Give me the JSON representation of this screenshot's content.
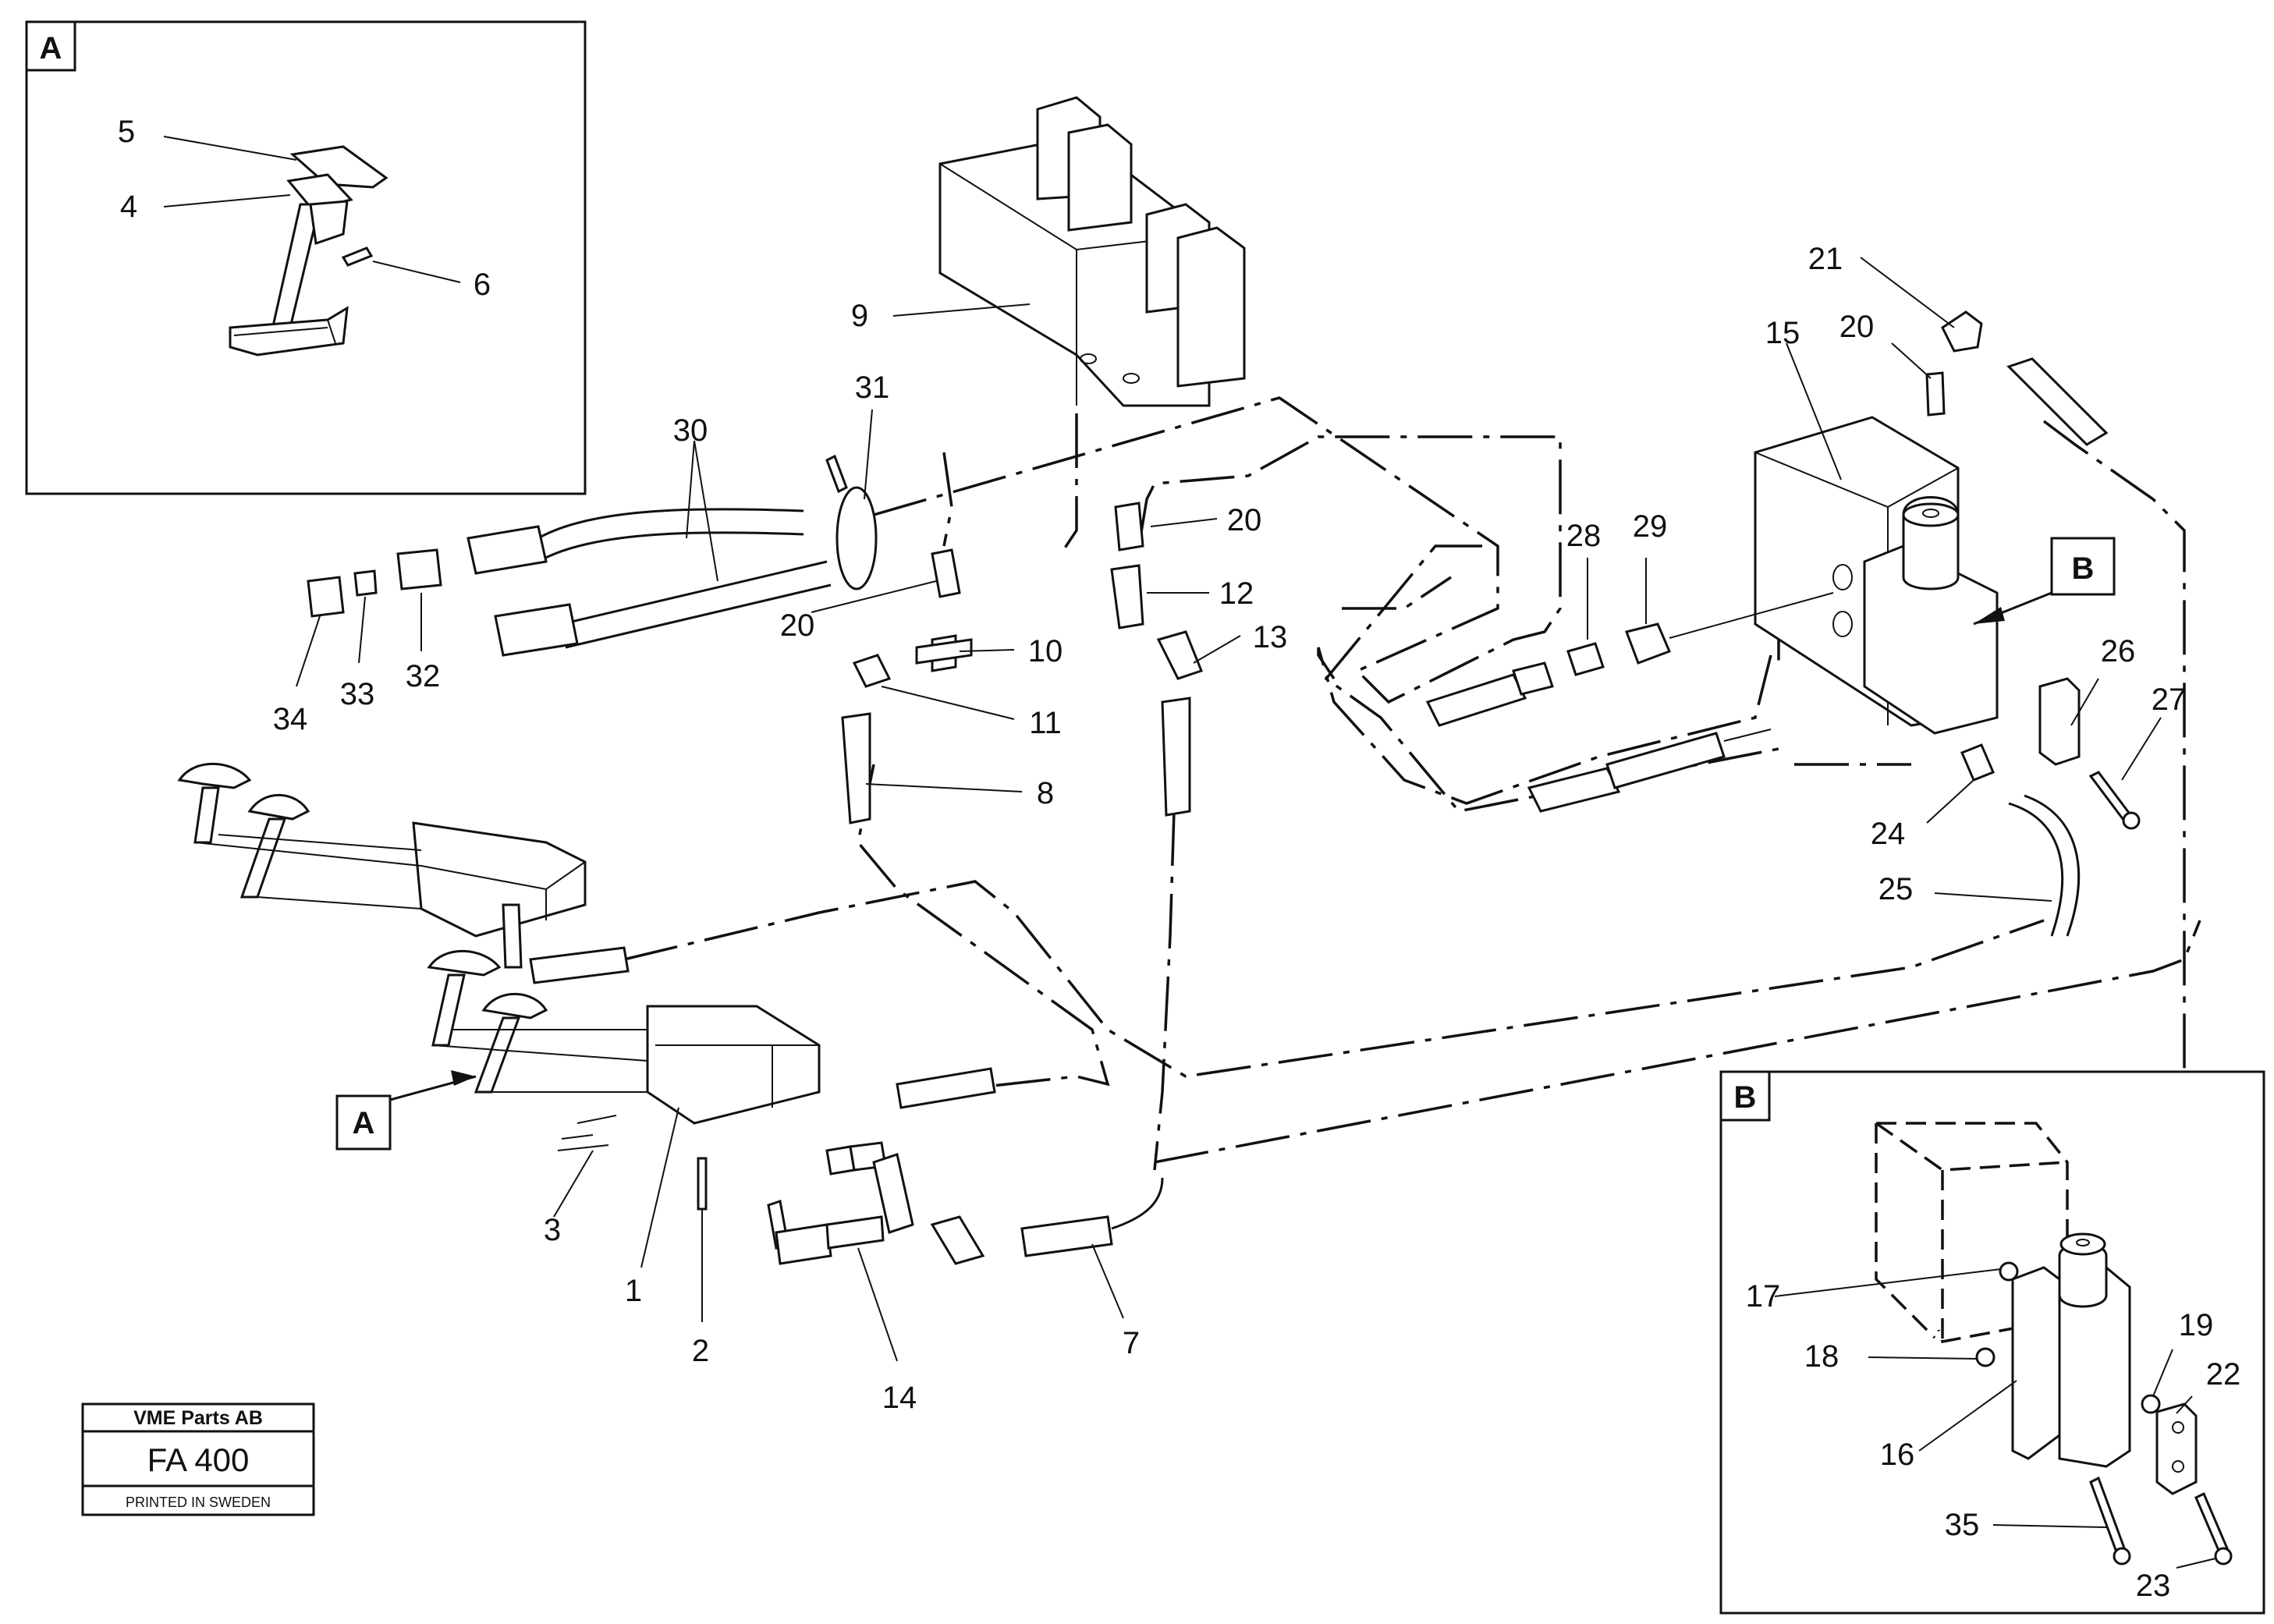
{
  "insets": {
    "a": {
      "letter": "A"
    },
    "b": {
      "letter": "B"
    }
  },
  "markers": {
    "a": "A",
    "b": "B"
  },
  "callouts": {
    "c1": "1",
    "c2": "2",
    "c3": "3",
    "c4": "4",
    "c5": "5",
    "c6": "6",
    "c7": "7",
    "c8": "8",
    "c9": "9",
    "c10": "10",
    "c11": "11",
    "c12": "12",
    "c13": "13",
    "c14": "14",
    "c15": "15",
    "c16": "16",
    "c17": "17",
    "c18": "18",
    "c19": "19",
    "c20a": "20",
    "c20b": "20",
    "c20c": "20",
    "c21": "21",
    "c22": "22",
    "c23": "23",
    "c24": "24",
    "c25": "25",
    "c26": "26",
    "c27": "27",
    "c28": "28",
    "c29": "29",
    "c30": "30",
    "c31": "31",
    "c32": "32",
    "c33": "33",
    "c34": "34",
    "c35": "35"
  },
  "title_block": {
    "company": "VME Parts AB",
    "code": "FA 400",
    "printed": "PRINTED IN SWEDEN"
  }
}
